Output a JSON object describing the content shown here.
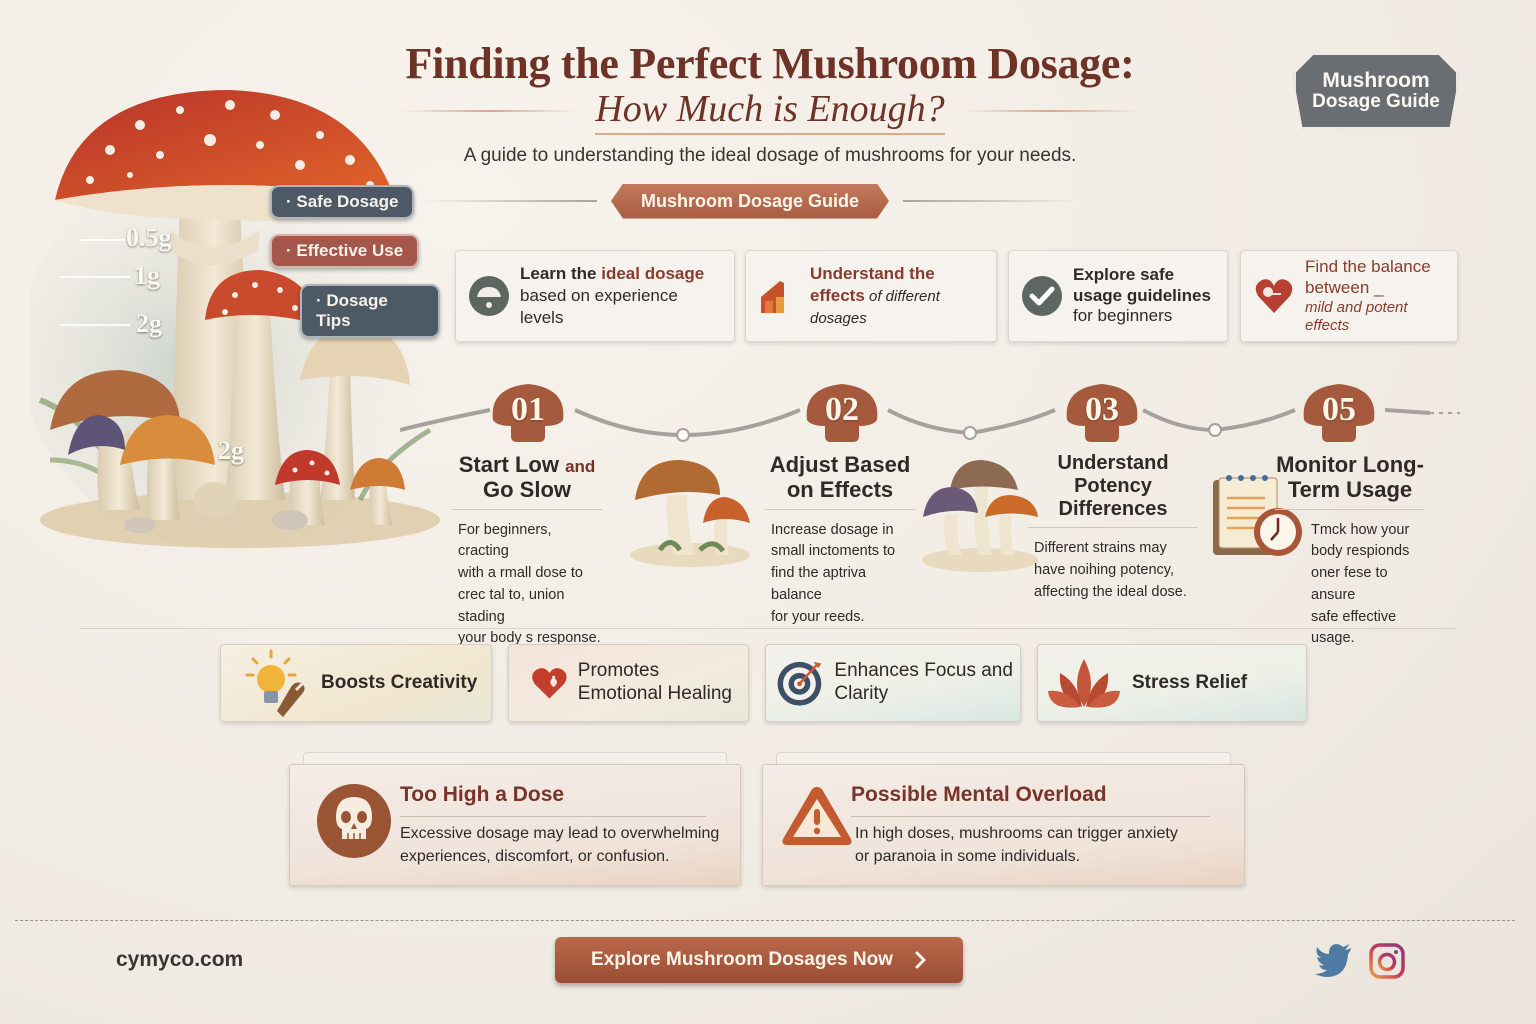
{
  "header": {
    "title": "Finding the Perfect Mushroom Dosage:",
    "subtitle": "How Much is Enough?",
    "tagline": "A guide to understanding the ideal dosage of mushrooms for your needs.",
    "guide_pill": "Mushroom Dosage Guide"
  },
  "corner_badge": {
    "line1": "Mushroom",
    "line2": "Dosage Guide"
  },
  "illustration": {
    "tags": [
      {
        "label": "Safe Dosage",
        "icon": "bullet-dot"
      },
      {
        "label": "Effective Use",
        "icon": "bullet-dot"
      },
      {
        "label": "Dosage Tips",
        "icon": "bullet-dot"
      }
    ],
    "dose_marks": [
      "0.5g",
      "1g",
      "2g",
      "2g"
    ]
  },
  "features": [
    {
      "icon": "mushroom-cap-icon",
      "pre": "Learn the ",
      "highlight": "ideal dosage",
      "rest": "based on experience levels"
    },
    {
      "icon": "house-chart-icon",
      "highlight": "Understand the",
      "highlight2": "effects",
      "rest": " of different dosages"
    },
    {
      "icon": "checkmark-icon",
      "line1": "Explore safe",
      "line2": "usage guidelines",
      "line3": "for beginners"
    },
    {
      "icon": "heart-icon",
      "line1": "Find the balance",
      "line2": "between _",
      "line3": "mild and potent effects"
    }
  ],
  "steps": [
    {
      "number": "01",
      "title_main": "Start Low",
      "title_small": "and",
      "title_line2": "Go Slow",
      "body": [
        "For beginners, cracting",
        "with a rmall dose to",
        "crec tal to, union stading",
        "your body s response."
      ]
    },
    {
      "number": "02",
      "title_main": "Adjust Based",
      "title_line2": "on Effects",
      "body": [
        "Increase dosage in",
        "small inctoments to",
        "find the aptriva balance",
        "for your reeds."
      ]
    },
    {
      "number": "03",
      "title_main": "Understand Potency",
      "title_line2": "Differences",
      "body": [
        "Different strains may",
        "have noihing potency,",
        "affecting the ideal dose."
      ]
    },
    {
      "number": "05",
      "title_main": "Monitor Long-",
      "title_line2": "Term Usage",
      "body": [
        "Tmck how your",
        "body respionds",
        "oner fese to ansure",
        "safe effective usage."
      ]
    }
  ],
  "benefits": [
    {
      "icon": "lightbulb-icon",
      "label": "Boosts Creativity"
    },
    {
      "icon": "heart-icon",
      "label": "Promotes Emotional Healing"
    },
    {
      "icon": "target-icon",
      "label": "Enhances Focus and Clarity"
    },
    {
      "icon": "lotus-icon",
      "label": "Stress Relief"
    }
  ],
  "warnings": [
    {
      "icon": "skull-icon",
      "title": "Too High a Dose",
      "body": [
        "Excessive dosage may lead to overwhelming",
        "experiences, discomfort, or confusion."
      ]
    },
    {
      "icon": "warning-triangle-icon",
      "title": "Possible Mental Overload",
      "body": [
        "In high doses, mushrooms can trigger anxiety",
        "or paranoia in some individuals."
      ]
    }
  ],
  "footer": {
    "site": "cymyco.com",
    "cta_label": "Explore Mushroom Dosages Now",
    "cta_icon": "chevron-right-icon",
    "social": [
      "twitter-icon",
      "instagram-icon"
    ]
  },
  "colors": {
    "brand_brown": "#a95c41",
    "title_maroon": "#6e3226",
    "slate": "#4d5964",
    "background": "#f1ece4"
  }
}
